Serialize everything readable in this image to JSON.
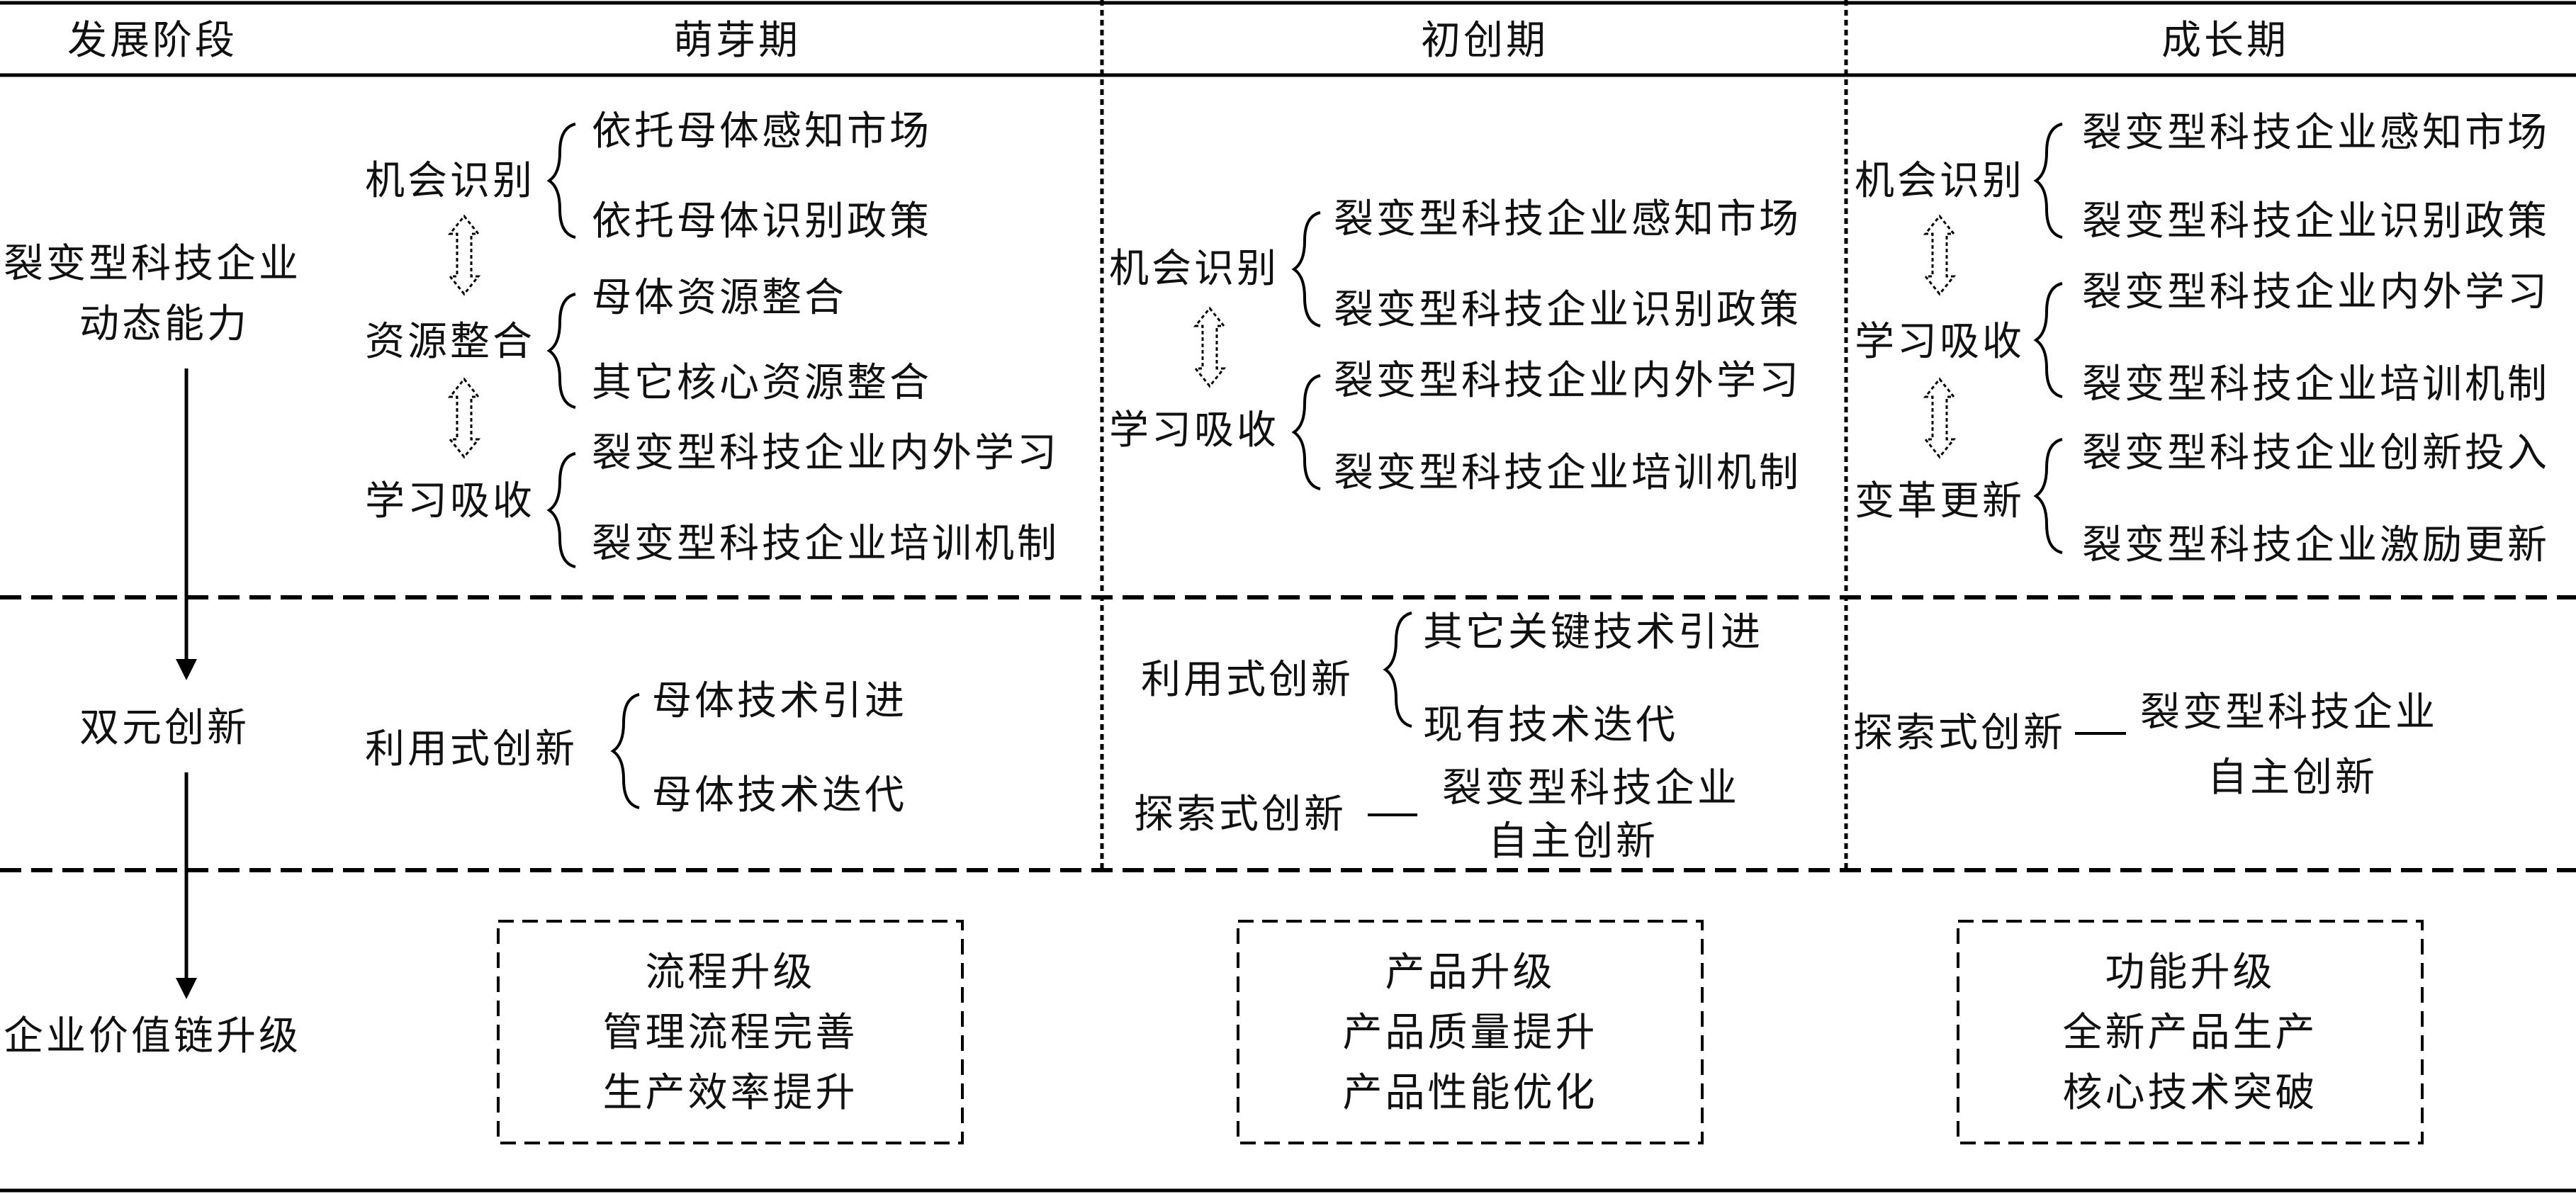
{
  "header": {
    "stage_label": "发展阶段",
    "stages": [
      "萌芽期",
      "初创期",
      "成长期"
    ]
  },
  "row_labels": {
    "capability": [
      "裂变型科技企业",
      "动态能力"
    ],
    "innovation": "双元创新",
    "value_chain": "企业价值链升级"
  },
  "capability": {
    "sprout": [
      {
        "name": "机会识别",
        "items": [
          "依托母体感知市场",
          "依托母体识别政策"
        ]
      },
      {
        "name": "资源整合",
        "items": [
          "母体资源整合",
          "其它核心资源整合"
        ]
      },
      {
        "name": "学习吸收",
        "items": [
          "裂变型科技企业内外学习",
          "裂变型科技企业培训机制"
        ]
      }
    ],
    "startup": [
      {
        "name": "机会识别",
        "items": [
          "裂变型科技企业感知市场",
          "裂变型科技企业识别政策"
        ]
      },
      {
        "name": "学习吸收",
        "items": [
          "裂变型科技企业内外学习",
          "裂变型科技企业培训机制"
        ]
      }
    ],
    "growth": [
      {
        "name": "机会识别",
        "items": [
          "裂变型科技企业感知市场",
          "裂变型科技企业识别政策"
        ]
      },
      {
        "name": "学习吸收",
        "items": [
          "裂变型科技企业内外学习",
          "裂变型科技企业培训机制"
        ]
      },
      {
        "name": "变革更新",
        "items": [
          "裂变型科技企业创新投入",
          "裂变型科技企业激励更新"
        ]
      }
    ]
  },
  "innovation": {
    "sprout": {
      "exploit": "利用式创新",
      "items": [
        "母体技术引进",
        "母体技术迭代"
      ]
    },
    "startup": {
      "exploit": "利用式创新",
      "items": [
        "其它关键技术引进",
        "现有技术迭代"
      ],
      "explore": "探索式创新",
      "explore_result": [
        "裂变型科技企业",
        "自主创新"
      ]
    },
    "growth": {
      "explore": "探索式创新",
      "explore_result": [
        "裂变型科技企业",
        "自主创新"
      ]
    }
  },
  "value_chain": {
    "sprout": [
      "流程升级",
      "管理流程完善",
      "生产效率提升"
    ],
    "startup": [
      "产品升级",
      "产品质量提升",
      "产品性能优化"
    ],
    "growth": [
      "功能升级",
      "全新产品生产",
      "核心技术突破"
    ]
  }
}
